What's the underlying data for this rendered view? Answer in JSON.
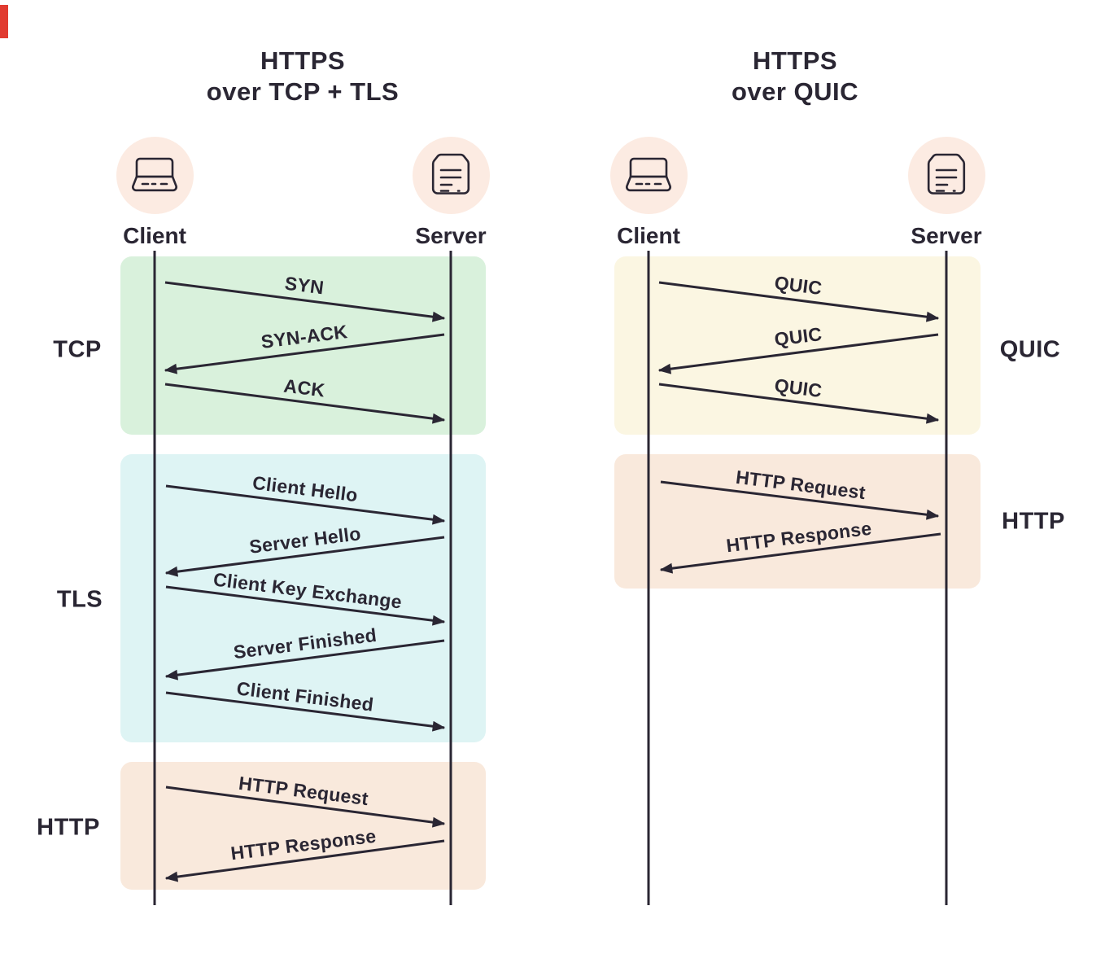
{
  "colors": {
    "ink": "#2a2633",
    "panel_tcp_green": "#d9f1dc",
    "panel_tls_cyan": "#def4f4",
    "panel_quic_cream": "#fbf6e2",
    "panel_http_peach": "#f9e9dc",
    "actor_circle_peach": "#fcebe2",
    "red_marker": "#e13b30",
    "background": "#ffffff"
  },
  "icons": {
    "client": "laptop-icon",
    "server": "server-icon"
  },
  "left_diagram": {
    "title_line1": "HTTPS",
    "title_line2": "over TCP + TLS",
    "client_label": "Client",
    "server_label": "Server",
    "sections": [
      {
        "label": "TCP",
        "messages": [
          {
            "text": "SYN",
            "direction": "client-to-server"
          },
          {
            "text": "SYN-ACK",
            "direction": "server-to-client"
          },
          {
            "text": "ACK",
            "direction": "client-to-server"
          }
        ]
      },
      {
        "label": "TLS",
        "messages": [
          {
            "text": "Client Hello",
            "direction": "client-to-server"
          },
          {
            "text": "Server Hello",
            "direction": "server-to-client"
          },
          {
            "text": "Client Key Exchange",
            "direction": "client-to-server"
          },
          {
            "text": "Server Finished",
            "direction": "server-to-client"
          },
          {
            "text": "Client Finished",
            "direction": "client-to-server"
          }
        ]
      },
      {
        "label": "HTTP",
        "messages": [
          {
            "text": "HTTP Request",
            "direction": "client-to-server"
          },
          {
            "text": "HTTP Response",
            "direction": "server-to-client"
          }
        ]
      }
    ]
  },
  "right_diagram": {
    "title_line1": "HTTPS",
    "title_line2": "over QUIC",
    "client_label": "Client",
    "server_label": "Server",
    "sections": [
      {
        "label": "QUIC",
        "messages": [
          {
            "text": "QUIC",
            "direction": "client-to-server"
          },
          {
            "text": "QUIC",
            "direction": "server-to-client"
          },
          {
            "text": "QUIC",
            "direction": "client-to-server"
          }
        ]
      },
      {
        "label": "HTTP",
        "messages": [
          {
            "text": "HTTP Request",
            "direction": "client-to-server"
          },
          {
            "text": "HTTP Response",
            "direction": "server-to-client"
          }
        ]
      }
    ]
  }
}
